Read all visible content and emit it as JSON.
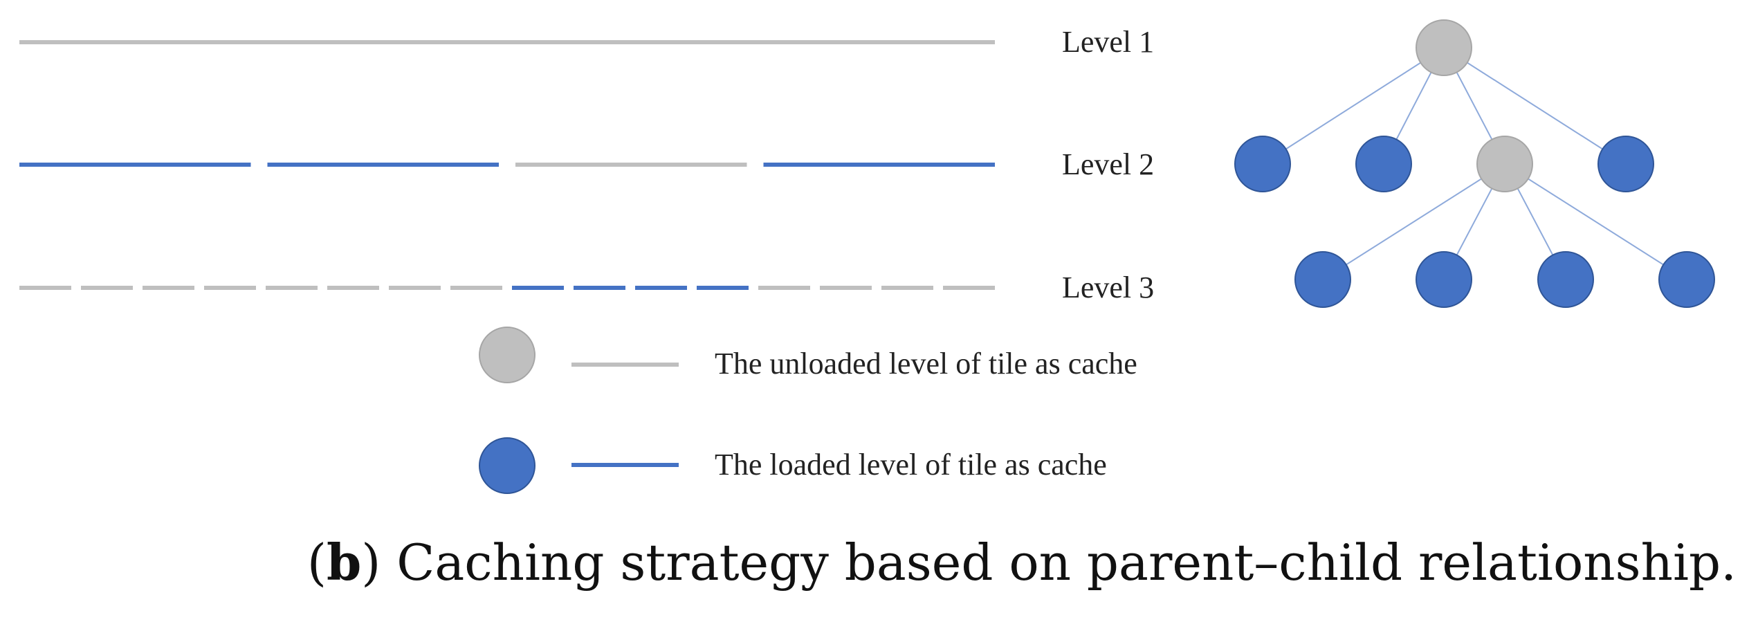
{
  "colors": {
    "unloaded": "#bfbfbf",
    "unloaded_stroke": "#a6a6a6",
    "loaded": "#4472c4",
    "loaded_stroke": "#2f5597",
    "edge": "#8eaadb"
  },
  "levels": [
    {
      "label": "Level 1",
      "segments": [
        "unloaded"
      ]
    },
    {
      "label": "Level 2",
      "segments": [
        "loaded",
        "loaded",
        "unloaded",
        "loaded"
      ]
    },
    {
      "label": "Level 3",
      "segments": [
        "unloaded",
        "unloaded",
        "unloaded",
        "unloaded",
        "unloaded",
        "unloaded",
        "unloaded",
        "unloaded",
        "loaded",
        "loaded",
        "loaded",
        "loaded",
        "unloaded",
        "unloaded",
        "unloaded",
        "unloaded"
      ]
    }
  ],
  "tree": {
    "level1": [
      "unloaded"
    ],
    "level2": [
      "loaded",
      "loaded",
      "unloaded",
      "loaded"
    ],
    "level3": [
      "loaded",
      "loaded",
      "loaded",
      "loaded"
    ]
  },
  "legend": [
    {
      "state": "unloaded",
      "text": "The unloaded level of tile as cache"
    },
    {
      "state": "loaded",
      "text": "The loaded level of tile as cache"
    }
  ],
  "caption": {
    "letter": "b",
    "text": "Caching strategy based on parent–child relationship."
  }
}
